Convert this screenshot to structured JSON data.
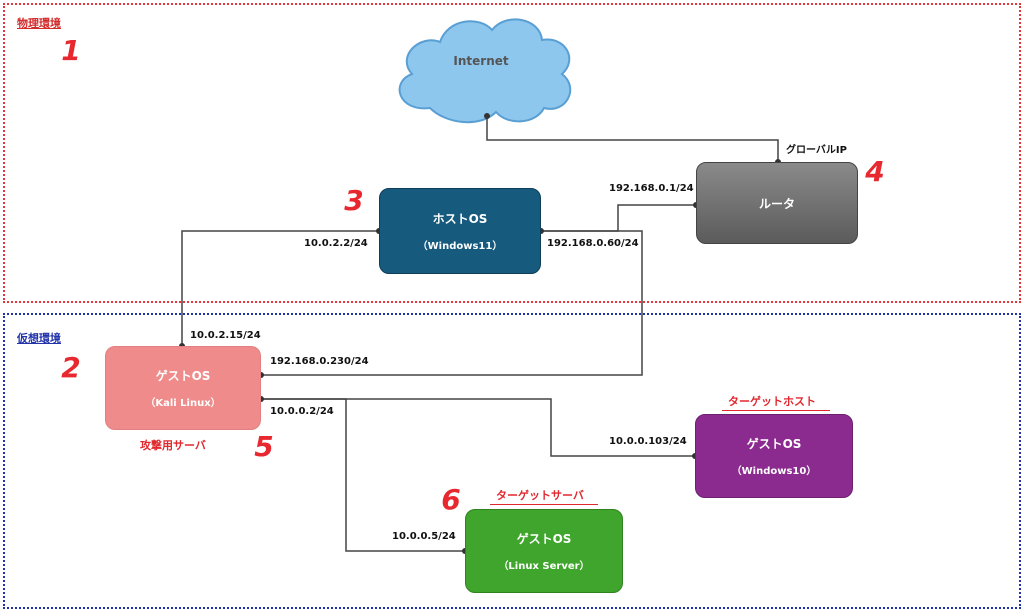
{
  "zones": {
    "physical": {
      "label": "物理環境"
    },
    "virtual": {
      "label": "仮想環境"
    }
  },
  "markers": [
    "1",
    "2",
    "3",
    "4",
    "5",
    "6"
  ],
  "internet": {
    "label": "Internet"
  },
  "global_ip": "グローバルIP",
  "router": {
    "label": "ルータ",
    "ip": "192.168.0.1/24"
  },
  "host_os": {
    "title": "ホストOS",
    "subtitle": "（Windows11）",
    "ip_left": "10.0.2.2/24",
    "ip_right": "192.168.0.60/24"
  },
  "kali": {
    "title": "ゲストOS",
    "subtitle": "（Kali Linux）",
    "ip_top": "10.0.2.15/24",
    "ip_bridge": "192.168.0.230/24",
    "ip_internal": "10.0.0.2/24",
    "role": "攻撃用サーバ"
  },
  "win10": {
    "title": "ゲストOS",
    "subtitle": "（Windows10）",
    "ip": "10.0.0.103/24",
    "role": "ターゲットホスト"
  },
  "linux": {
    "title": "ゲストOS",
    "subtitle": "（Linux Server）",
    "ip": "10.0.0.5/24",
    "role": "ターゲットサーバ"
  },
  "colors": {
    "physical_border": "#e0363c",
    "virtual_border": "#2233aa",
    "host": "#165a7e",
    "router": "#6e6e6e",
    "kali": "#f08b8b",
    "win10": "#8c2b8f",
    "linux": "#3fa52c",
    "marker": "#e8282f"
  }
}
